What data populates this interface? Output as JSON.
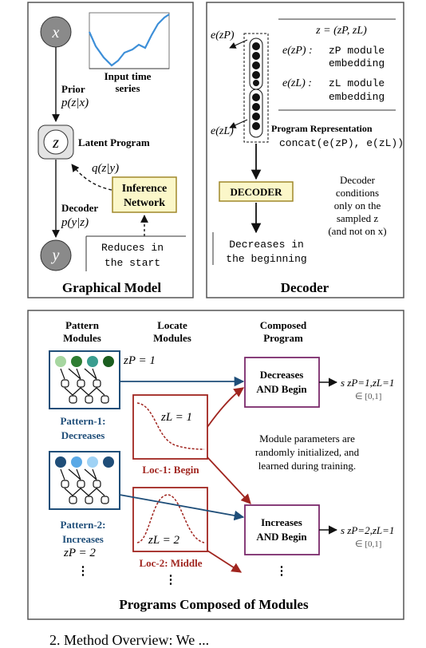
{
  "graphical": {
    "node_x": "x",
    "node_z": "z",
    "node_y": "y",
    "input_caption_1": "Input time",
    "input_caption_2": "series",
    "prior_label": "Prior",
    "prior_expr": "p(z|x)",
    "latent_label": "Latent Program",
    "q_expr": "q(z|y)",
    "inference_1": "Inference",
    "inference_2": "Network",
    "decoder_label": "Decoder",
    "decoder_expr": "p(y|z)",
    "text_1": "Reduces in",
    "text_2": "the start",
    "title": "Graphical Model"
  },
  "decoder": {
    "ez_p": "e(zP)",
    "ez_l": "e(zL)",
    "z_def": "z = (zP, zL)",
    "ezp_def_a": "e(zP) :",
    "ezp_def_b": "zP module",
    "ezp_def_c": "embedding",
    "ezl_def_a": "e(zL) :",
    "ezl_def_b": "zL module",
    "ezl_def_c": "embedding",
    "prog_rep": "Program Representation",
    "concat": "concat(e(zP), e(zL))",
    "decoder_box": "DECODER",
    "note_1": "Decoder",
    "note_2": "conditions",
    "note_3": "only on the",
    "note_4": "sampled z",
    "note_5": "(and not on x)",
    "out_1": "Decreases in",
    "out_2": "the beginning",
    "title": "Decoder"
  },
  "programs": {
    "col_pattern_1": "Pattern",
    "col_pattern_2": "Modules",
    "col_locate_1": "Locate",
    "col_locate_2": "Modules",
    "col_composed_1": "Composed",
    "col_composed_2": "Program",
    "zp1": "zP = 1",
    "zp2": "zP = 2",
    "pattern1_1": "Pattern-1:",
    "pattern1_2": "Decreases",
    "pattern2_1": "Pattern-2:",
    "pattern2_2": "Increases",
    "zl1": "zL = 1",
    "zl2": "zL = 2",
    "loc1": "Loc-1: Begin",
    "loc2": "Loc-2: Middle",
    "prog1_1": "Decreases",
    "prog1_2": "AND Begin",
    "prog2_1": "Increases",
    "prog2_2": "AND Begin",
    "score1": "s zP=1,zL=1",
    "score2": "s zP=2,zL=1",
    "range": "∈ [0,1]",
    "note_1": "Module parameters are",
    "note_2": "randomly initialized, and",
    "note_3": "learned during training.",
    "dots": "⋮",
    "title": "Programs Composed of Modules"
  },
  "caption": "2. Method Overview: We ...",
  "colors": {
    "blue_dark": "#1f4e79",
    "red_dark": "#a0251f",
    "purple": "#7b2a6b",
    "inference_fill": "#fbf7c9",
    "series": "#3d8fd8"
  }
}
